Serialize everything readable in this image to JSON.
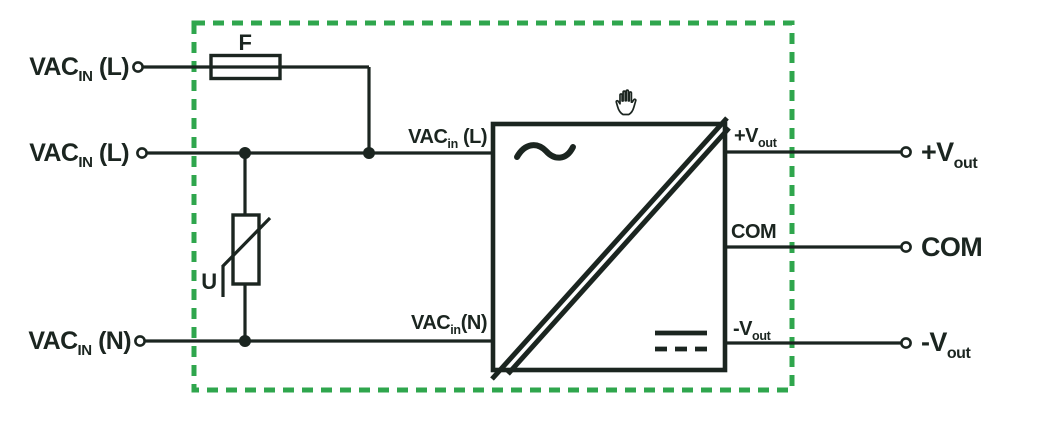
{
  "diagram": {
    "colors": {
      "line": "#1b2520",
      "boundary_green": "#2fa64d",
      "background": "#ffffff"
    },
    "inputs": [
      {
        "name": "VAC",
        "sub": "IN",
        "suffix": " (L)"
      },
      {
        "name": "VAC",
        "sub": "IN",
        "suffix": " (L)"
      },
      {
        "name": "VAC",
        "sub": "IN",
        "suffix": " (N)"
      }
    ],
    "outputs": [
      {
        "name": "+V",
        "sub": "out"
      },
      {
        "name": "COM",
        "sub": ""
      },
      {
        "name": "-V",
        "sub": "out"
      }
    ],
    "fuse": {
      "label": "F"
    },
    "varistor": {
      "label": "U"
    },
    "converter": {
      "pins_in": [
        {
          "name": "VAC",
          "sub": "in",
          "suffix": " (L)"
        },
        {
          "name": "VAC",
          "sub": "in",
          "suffix": "(N)"
        }
      ],
      "pins_out": [
        {
          "name": "+V",
          "sub": "out"
        },
        {
          "name": "COM",
          "sub": ""
        },
        {
          "name": "-V",
          "sub": "out"
        }
      ],
      "icons": {
        "ac": "ac-sine-icon",
        "dc": "dc-lines-icon",
        "hand": "touch-hand-icon"
      }
    }
  }
}
